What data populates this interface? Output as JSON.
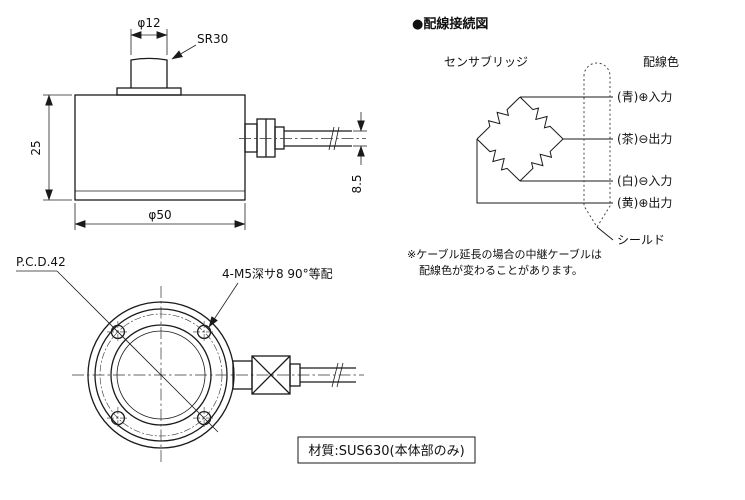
{
  "colors": {
    "ink": "#1a1a1a",
    "background": "#ffffff"
  },
  "drawing": {
    "side_view": {
      "dim_phi12": "φ12",
      "dim_sr30": "SR30",
      "dim_25": "25",
      "dim_phi50": "φ50",
      "dim_8_5": "8.5"
    },
    "top_view": {
      "pcd_label": "P.C.D.42",
      "holes_label": "4-M5深サ8  90°等配",
      "material_label": "材質:SUS630(本体部のみ)"
    }
  },
  "wiring": {
    "title": "●配線接続図",
    "bridge_label": "センサブリッジ",
    "color_header": "配線色",
    "wires": [
      {
        "label": "(青)⊕入力"
      },
      {
        "label": "(茶)⊖出力"
      },
      {
        "label": "(白)⊖入力"
      },
      {
        "label": "(黄)⊕出力"
      }
    ],
    "shield_label": "シールド",
    "note_line1": "※ケーブル延長の場合の中継ケーブルは",
    "note_line2": "配線色が変わることがあります。"
  }
}
